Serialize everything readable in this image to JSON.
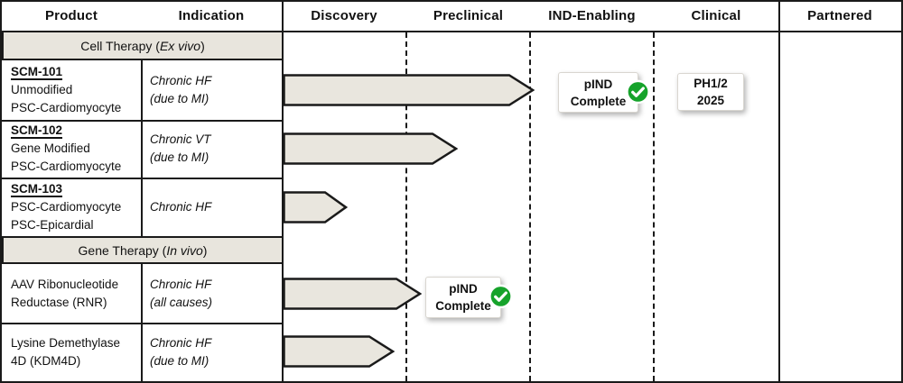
{
  "header": {
    "product": "Product",
    "indication": "Indication",
    "stages": [
      "Discovery",
      "Preclinical",
      "IND-Enabling",
      "Clinical",
      "Partnered"
    ]
  },
  "sections": [
    {
      "prefix": "Cell Therapy (",
      "italic": "Ex vivo",
      "suffix": ")"
    },
    {
      "prefix": "Gene Therapy (",
      "italic": "In vivo",
      "suffix": ")"
    }
  ],
  "rows": [
    {
      "code": "SCM-101",
      "line2": "Unmodified",
      "line3": "PSC-Cardiomyocyte",
      "ind1": "Chronic HF",
      "ind2": "(due to MI)"
    },
    {
      "code": "SCM-102",
      "line2": "Gene Modified",
      "line3": "PSC-Cardiomyocyte",
      "ind1": "Chronic VT",
      "ind2": "(due to MI)"
    },
    {
      "code": "SCM-103",
      "line2": "PSC-Cardiomyocyte",
      "line3": "PSC-Epicardial",
      "ind1": "Chronic HF",
      "ind2": ""
    },
    {
      "code": "",
      "line2": "AAV Ribonucleotide",
      "line3": "Reductase (RNR)",
      "ind1": "Chronic HF",
      "ind2": "(all causes)"
    },
    {
      "code": "",
      "line2": "Lysine Demethylase",
      "line3": "4D (KDM4D)",
      "ind1": "Chronic HF",
      "ind2": "(due to MI)"
    }
  ],
  "badges": {
    "pind_scm101": {
      "line1": "pIND",
      "line2": "Complete"
    },
    "clinical_scm101": {
      "line1": "PH1/2",
      "line2": "2025"
    },
    "pind_rnr": {
      "line1": "pIND",
      "line2": "Complete"
    }
  },
  "icons": {
    "check_icon": "white checkmark in green circle"
  },
  "colors": {
    "arrow_fill": "#e9e6de",
    "band_fill": "#e8e5dd",
    "border": "#1a1a1a",
    "check_green": "#16a32b",
    "badge_border": "#d9d6d0"
  },
  "chart_data": {
    "type": "bar",
    "title": "Therapeutic pipeline progress chart",
    "stage_axis": [
      "Discovery",
      "Preclinical",
      "IND-Enabling",
      "Clinical",
      "Partnered"
    ],
    "legend_position": "none",
    "grid": "dashed vertical stage separators",
    "sections": [
      {
        "name": "Cell Therapy (Ex vivo)",
        "programs": [
          "SCM-101",
          "SCM-102",
          "SCM-103"
        ]
      },
      {
        "name": "Gene Therapy (In vivo)",
        "programs": [
          "AAV Ribonucleotide Reductase (RNR)",
          "Lysine Demethylase 4D (KDM4D)"
        ]
      }
    ],
    "programs": [
      {
        "product": "SCM-101 Unmodified PSC-Cardiomyocyte",
        "indication": "Chronic HF (due to MI)",
        "end_stage": "IND-Enabling",
        "progress_in_stages": 2.05,
        "milestones": [
          "pIND Complete",
          "PH1/2 2025"
        ]
      },
      {
        "product": "SCM-102 Gene Modified PSC-Cardiomyocyte",
        "indication": "Chronic VT (due to MI)",
        "end_stage": "Preclinical",
        "progress_in_stages": 1.4,
        "milestones": []
      },
      {
        "product": "SCM-103 PSC-Cardiomyocyte PSC-Epicardial",
        "indication": "Chronic HF",
        "end_stage": "Discovery",
        "progress_in_stages": 0.5,
        "milestones": []
      },
      {
        "product": "AAV Ribonucleotide Reductase (RNR)",
        "indication": "Chronic HF (all causes)",
        "end_stage": "Preclinical",
        "progress_in_stages": 1.1,
        "milestones": [
          "pIND Complete"
        ]
      },
      {
        "product": "Lysine Demethylase 4D (KDM4D)",
        "indication": "Chronic HF (due to MI)",
        "end_stage": "Discovery",
        "progress_in_stages": 0.9,
        "milestones": []
      }
    ]
  }
}
